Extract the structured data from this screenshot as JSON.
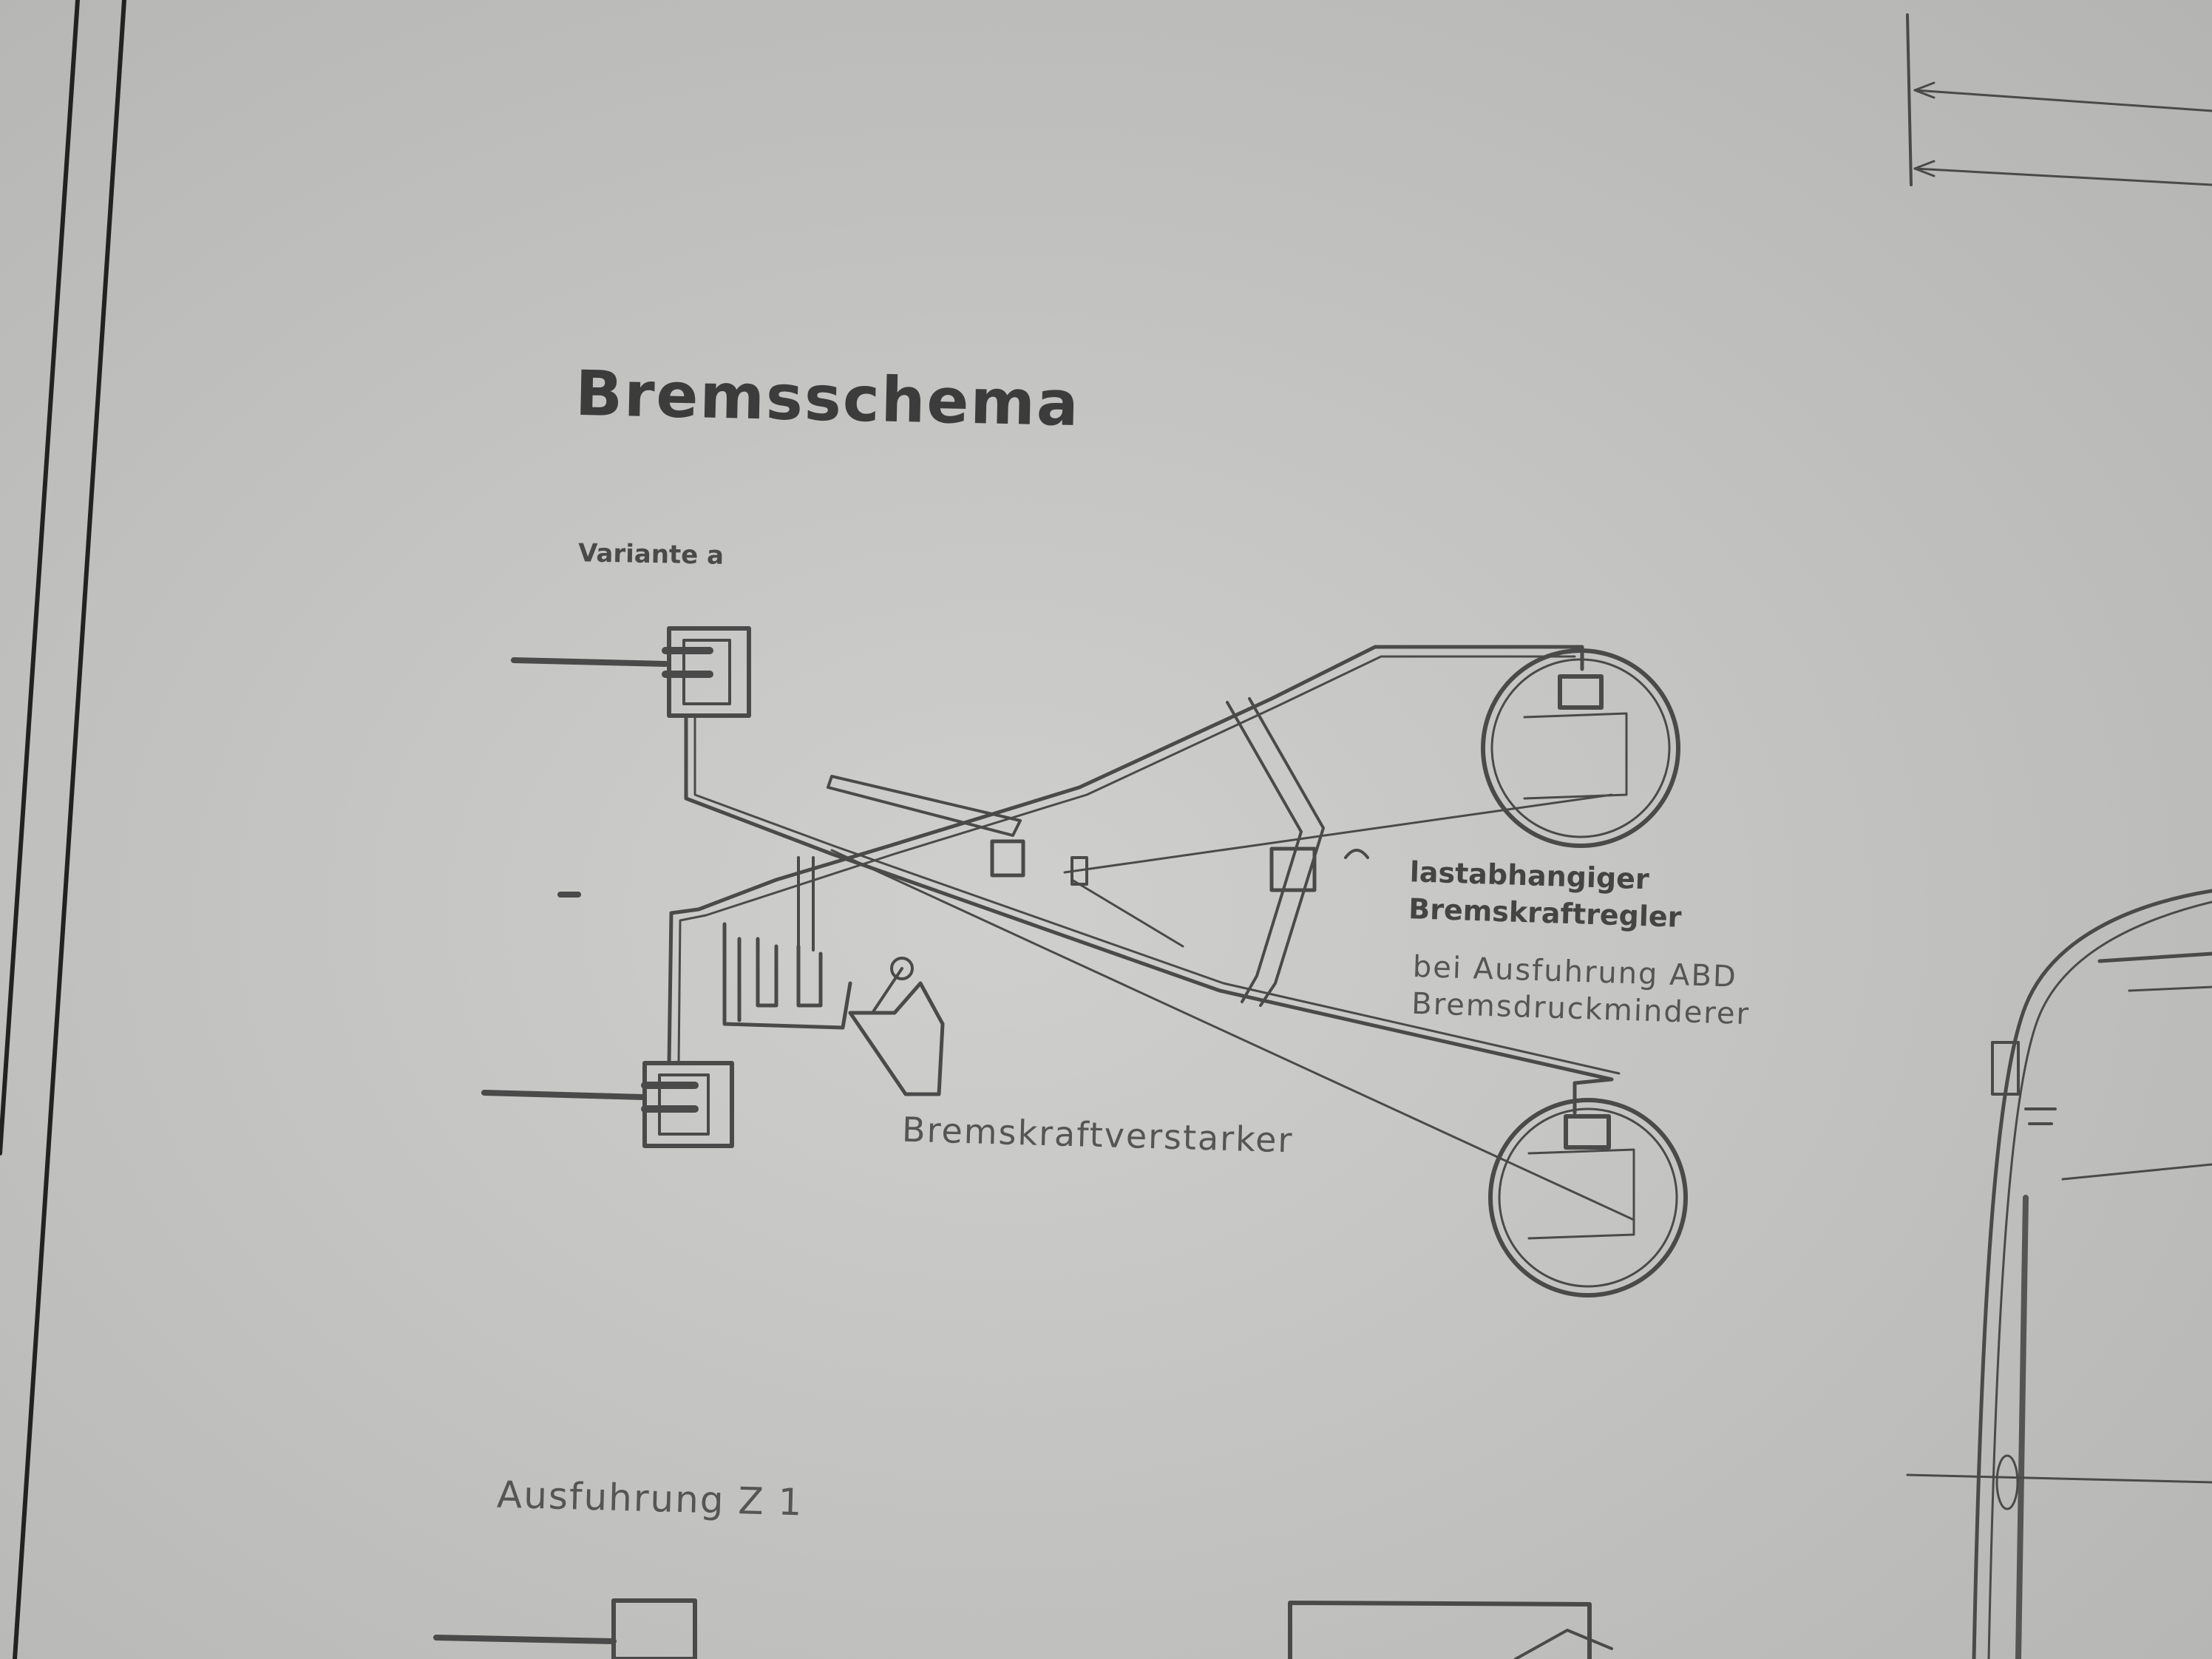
{
  "document": {
    "title": "Bremsschema",
    "subtitle": "Variante a",
    "labels": {
      "booster": "Bremskraftverstarker",
      "regulator_line1": "lastabhangiger",
      "regulator_line2": "Bremskraftregler",
      "abd_line1": "bei  Ausfuhrung ABD",
      "abd_line2": "Bremsdruckminderer"
    },
    "next_variant": "Ausfuhrung Z 1"
  },
  "colors": {
    "paper": "#c3c3c1",
    "ink": "#4a4a4a"
  }
}
